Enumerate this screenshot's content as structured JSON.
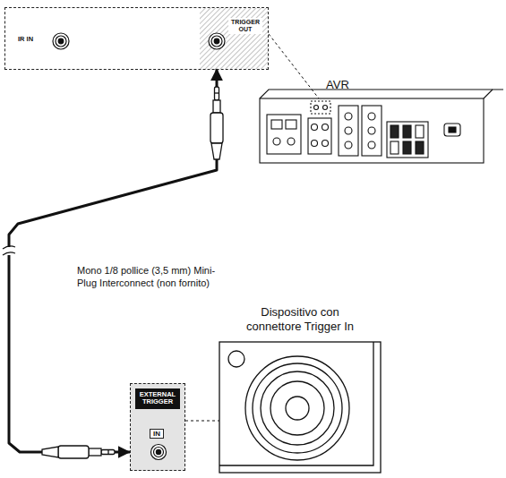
{
  "diagram": {
    "nodes": [
      {
        "text": [
          "IR IN"
        ]
      },
      {
        "text": [
          "TRIGGER OUT"
        ],
        "in": 0
      },
      {
        "text": [
          "AVR"
        ]
      },
      {
        "text": [
          "EXTERNAL TRIGGER",
          "IN"
        ]
      },
      {
        "text": [
          "Dispositivo con connettore Trigger In"
        ]
      }
    ],
    "edges": [
      {
        "from": 0,
        "to": 2,
        "arrow": "none"
      },
      {
        "from": 1,
        "to": 3,
        "arrow": "both",
        "label": "Mono 1/8 pollice (3,5 mm) Mini-Plug Interconnect (non fornito)"
      },
      {
        "from": 3,
        "to": 4,
        "arrow": "none"
      }
    ]
  }
}
